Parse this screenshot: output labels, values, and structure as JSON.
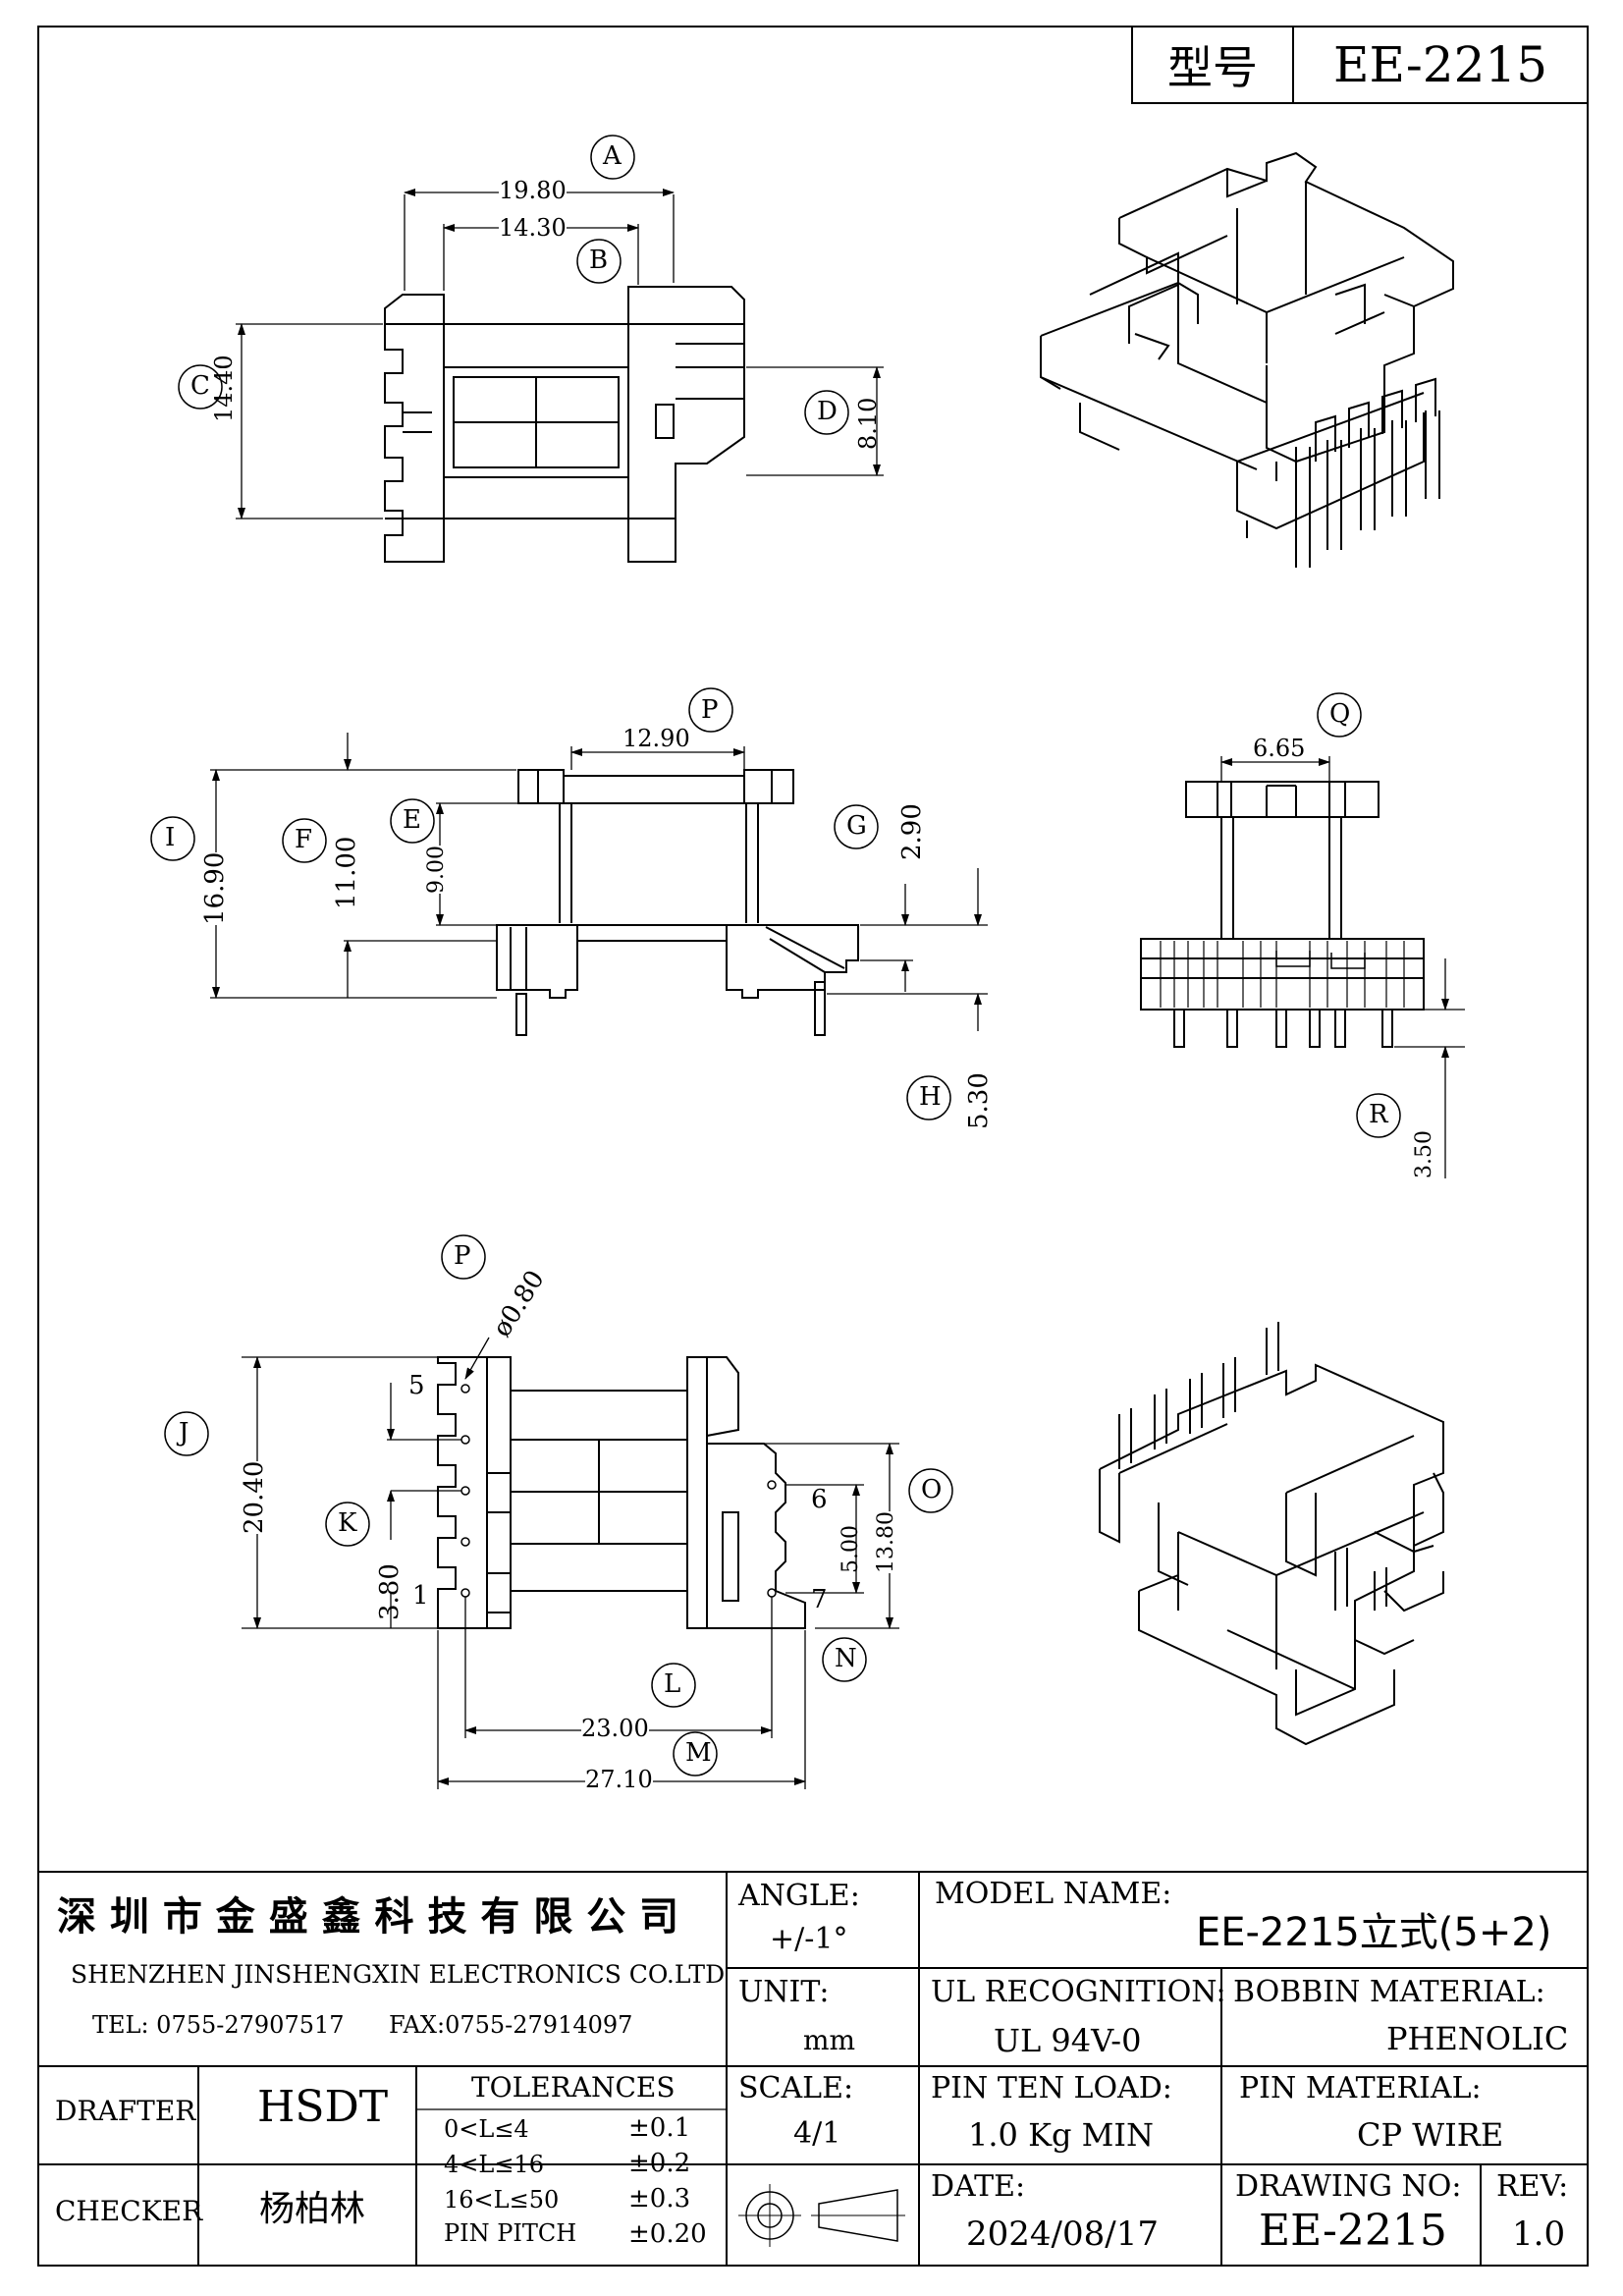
{
  "header": {
    "model_label": "型号",
    "model_value": "EE-2215"
  },
  "dims": {
    "A": "A",
    "B": "B",
    "C": "C",
    "D": "D",
    "E": "E",
    "F": "F",
    "G": "G",
    "H": "H",
    "I": "I",
    "J": "J",
    "K": "K",
    "L": "L",
    "M": "M",
    "N": "N",
    "O": "O",
    "P": "P",
    "P2": "P",
    "Q": "Q",
    "R": "R",
    "v19_80": "19.80",
    "v14_30": "14.30",
    "v14_40": "14.40",
    "v8_10": "8.10",
    "v12_90": "12.90",
    "v16_90": "16.90",
    "v11_00": "11.00",
    "v9_00": "9.00",
    "v2_90": "2.90",
    "v5_30": "5.30",
    "v6_65": "6.65",
    "v3_50": "3.50",
    "v0_80": "ø0.80",
    "v20_40": "20.40",
    "v3_80": "3.80",
    "v5_00": "5.00",
    "v13_80": "13.80",
    "v23_00": "23.00",
    "v27_10": "27.10",
    "pin5": "5",
    "pin1": "1",
    "pin6": "6",
    "pin7": "7"
  },
  "title_block": {
    "company_cn": "深 圳 市 金 盛 鑫 科 技 有 限 公 司",
    "company_en": "SHENZHEN JINSHENGXIN ELECTRONICS CO.LTD",
    "tel": "TEL: 0755-27907517",
    "fax": "FAX:0755-27914097",
    "drafter_label": "DRAFTER",
    "drafter_value": "HSDT",
    "checker_label": "CHECKER",
    "checker_value": "杨柏林",
    "tolerances_label": "TOLERANCES",
    "tol_rows": [
      {
        "range": "0<L≤4",
        "tol": "±0.1"
      },
      {
        "range": "4<L≤16",
        "tol": "±0.2"
      },
      {
        "range": "16<L≤50",
        "tol": "±0.3"
      },
      {
        "range": "PIN PITCH",
        "tol": "±0.20"
      }
    ],
    "angle_label": "ANGLE:",
    "angle_value": "+/-1°",
    "unit_label": "UNIT:",
    "unit_value": "mm",
    "scale_label": "SCALE:",
    "scale_value": "4/1",
    "model_name_label": "MODEL NAME:",
    "model_name_value": "EE-2215立式(5+2)",
    "ul_label": "UL RECOGNITION:",
    "ul_value": "UL 94V-0",
    "bobbin_label": "BOBBIN MATERIAL:",
    "bobbin_value": "PHENOLIC",
    "pin_load_label": "PIN TEN LOAD:",
    "pin_load_value": "1.0 Kg MIN",
    "pin_mat_label": "PIN MATERIAL:",
    "pin_mat_value": "CP WIRE",
    "date_label": "DATE:",
    "date_value": "2024/08/17",
    "drawing_no_label": "DRAWING NO:",
    "drawing_no_value": "EE-2215",
    "rev_label": "REV:",
    "rev_value": "1.0"
  }
}
